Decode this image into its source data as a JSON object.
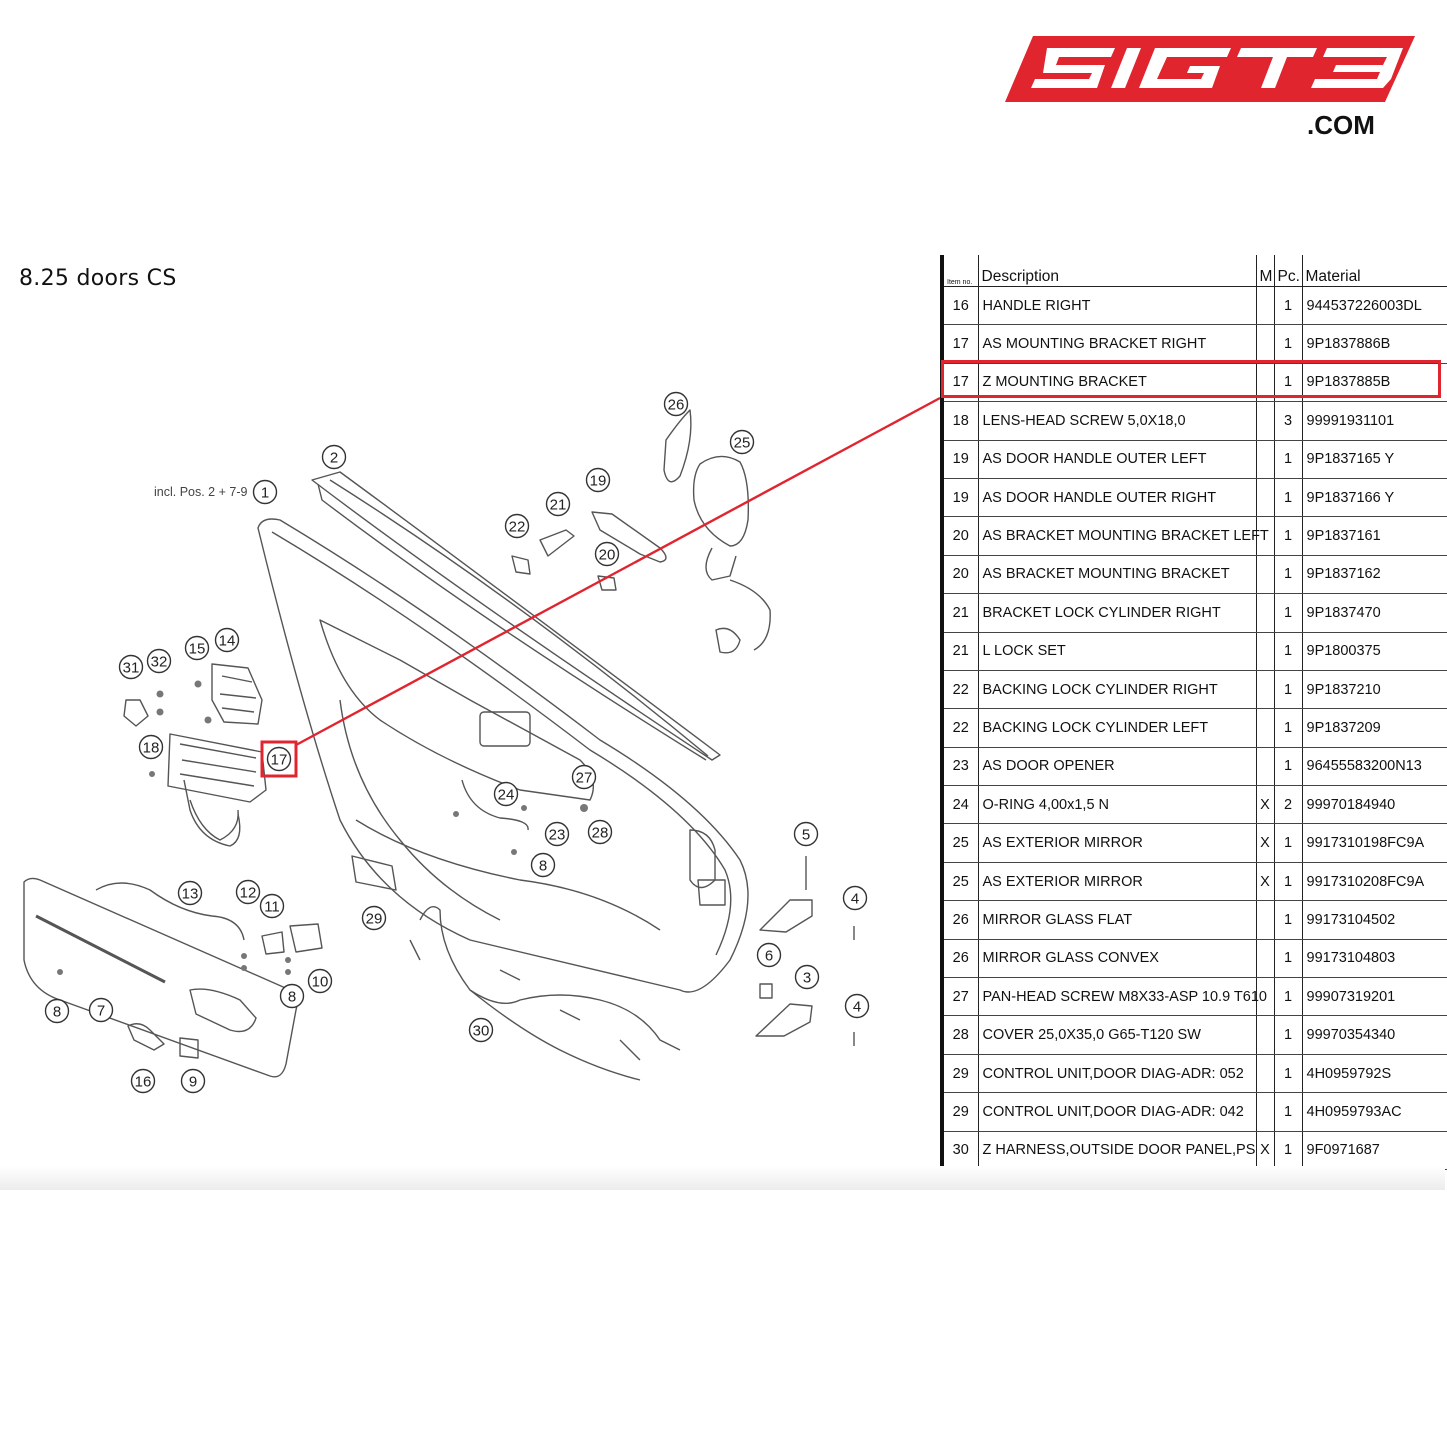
{
  "brand": {
    "logo_text": "SIGT3",
    "logo_suffix": ".COM",
    "logo_color": "#e0252f"
  },
  "section_title": "8.25  doors CS",
  "diagram": {
    "incl_note": "incl. Pos. 2 + 7-9",
    "callouts": [
      "1",
      "2",
      "3",
      "4",
      "4",
      "5",
      "6",
      "7",
      "8",
      "8",
      "8",
      "9",
      "10",
      "11",
      "12",
      "13",
      "14",
      "15",
      "16",
      "17",
      "18",
      "19",
      "20",
      "21",
      "22",
      "23",
      "24",
      "25",
      "26",
      "27",
      "28",
      "29",
      "30",
      "31",
      "32"
    ],
    "highlighted_callout": "17",
    "highlight_color": "#e0252f"
  },
  "parts_table": {
    "headers": {
      "item_no": "Item no.",
      "description": "Description",
      "m": "M",
      "pc": "Pc.",
      "material": "Material"
    },
    "highlighted_row_index": 2,
    "rows": [
      {
        "item": "16",
        "description": "HANDLE RIGHT",
        "m": "",
        "pc": "1",
        "material": "944537226003DL"
      },
      {
        "item": "17",
        "description": "AS MOUNTING BRACKET RIGHT",
        "m": "",
        "pc": "1",
        "material": "9P1837886B"
      },
      {
        "item": "17",
        "description": "Z MOUNTING BRACKET",
        "m": "",
        "pc": "1",
        "material": "9P1837885B"
      },
      {
        "item": "18",
        "description": "LENS-HEAD SCREW 5,0X18,0",
        "m": "",
        "pc": "3",
        "material": "99991931101"
      },
      {
        "item": "19",
        "description": "AS DOOR HANDLE OUTER LEFT",
        "m": "",
        "pc": "1",
        "material": "9P1837165 Y"
      },
      {
        "item": "19",
        "description": "AS DOOR HANDLE OUTER RIGHT",
        "m": "",
        "pc": "1",
        "material": "9P1837166 Y"
      },
      {
        "item": "20",
        "description": "AS BRACKET MOUNTING BRACKET LEFT",
        "m": "",
        "pc": "1",
        "material": "9P1837161"
      },
      {
        "item": "20",
        "description": "AS BRACKET MOUNTING BRACKET",
        "m": "",
        "pc": "1",
        "material": "9P1837162"
      },
      {
        "item": "21",
        "description": "BRACKET LOCK CYLINDER RIGHT",
        "m": "",
        "pc": "1",
        "material": "9P1837470"
      },
      {
        "item": "21",
        "description": "L LOCK SET",
        "m": "",
        "pc": "1",
        "material": "9P1800375"
      },
      {
        "item": "22",
        "description": "BACKING LOCK CYLINDER RIGHT",
        "m": "",
        "pc": "1",
        "material": "9P1837210"
      },
      {
        "item": "22",
        "description": "BACKING LOCK CYLINDER LEFT",
        "m": "",
        "pc": "1",
        "material": "9P1837209"
      },
      {
        "item": "23",
        "description": "AS DOOR OPENER",
        "m": "",
        "pc": "1",
        "material": "96455583200N13"
      },
      {
        "item": "24",
        "description": "O-RING 4,00x1,5 N",
        "m": "X",
        "pc": "2",
        "material": "99970184940"
      },
      {
        "item": "25",
        "description": "AS EXTERIOR MIRROR",
        "m": "X",
        "pc": "1",
        "material": "9917310198FC9A"
      },
      {
        "item": "25",
        "description": "AS EXTERIOR MIRROR",
        "m": "X",
        "pc": "1",
        "material": "9917310208FC9A"
      },
      {
        "item": "26",
        "description": "MIRROR GLASS FLAT",
        "m": "",
        "pc": "1",
        "material": "99173104502"
      },
      {
        "item": "26",
        "description": "MIRROR GLASS CONVEX",
        "m": "",
        "pc": "1",
        "material": "99173104803"
      },
      {
        "item": "27",
        "description": "PAN-HEAD SCREW M8X33-ASP 10.9 T610",
        "m": "",
        "pc": "1",
        "material": "99907319201"
      },
      {
        "item": "28",
        "description": "COVER 25,0X35,0 G65-T120 SW",
        "m": "",
        "pc": "1",
        "material": "99970354340"
      },
      {
        "item": "29",
        "description": "CONTROL UNIT,DOOR DIAG-ADR: 052",
        "m": "",
        "pc": "1",
        "material": "4H0959792S"
      },
      {
        "item": "29",
        "description": "CONTROL UNIT,DOOR DIAG-ADR: 042",
        "m": "",
        "pc": "1",
        "material": "4H0959793AC"
      },
      {
        "item": "30",
        "description": "Z HARNESS,OUTSIDE DOOR PANEL,PS",
        "m": "X",
        "pc": "1",
        "material": "9F0971687"
      }
    ]
  }
}
